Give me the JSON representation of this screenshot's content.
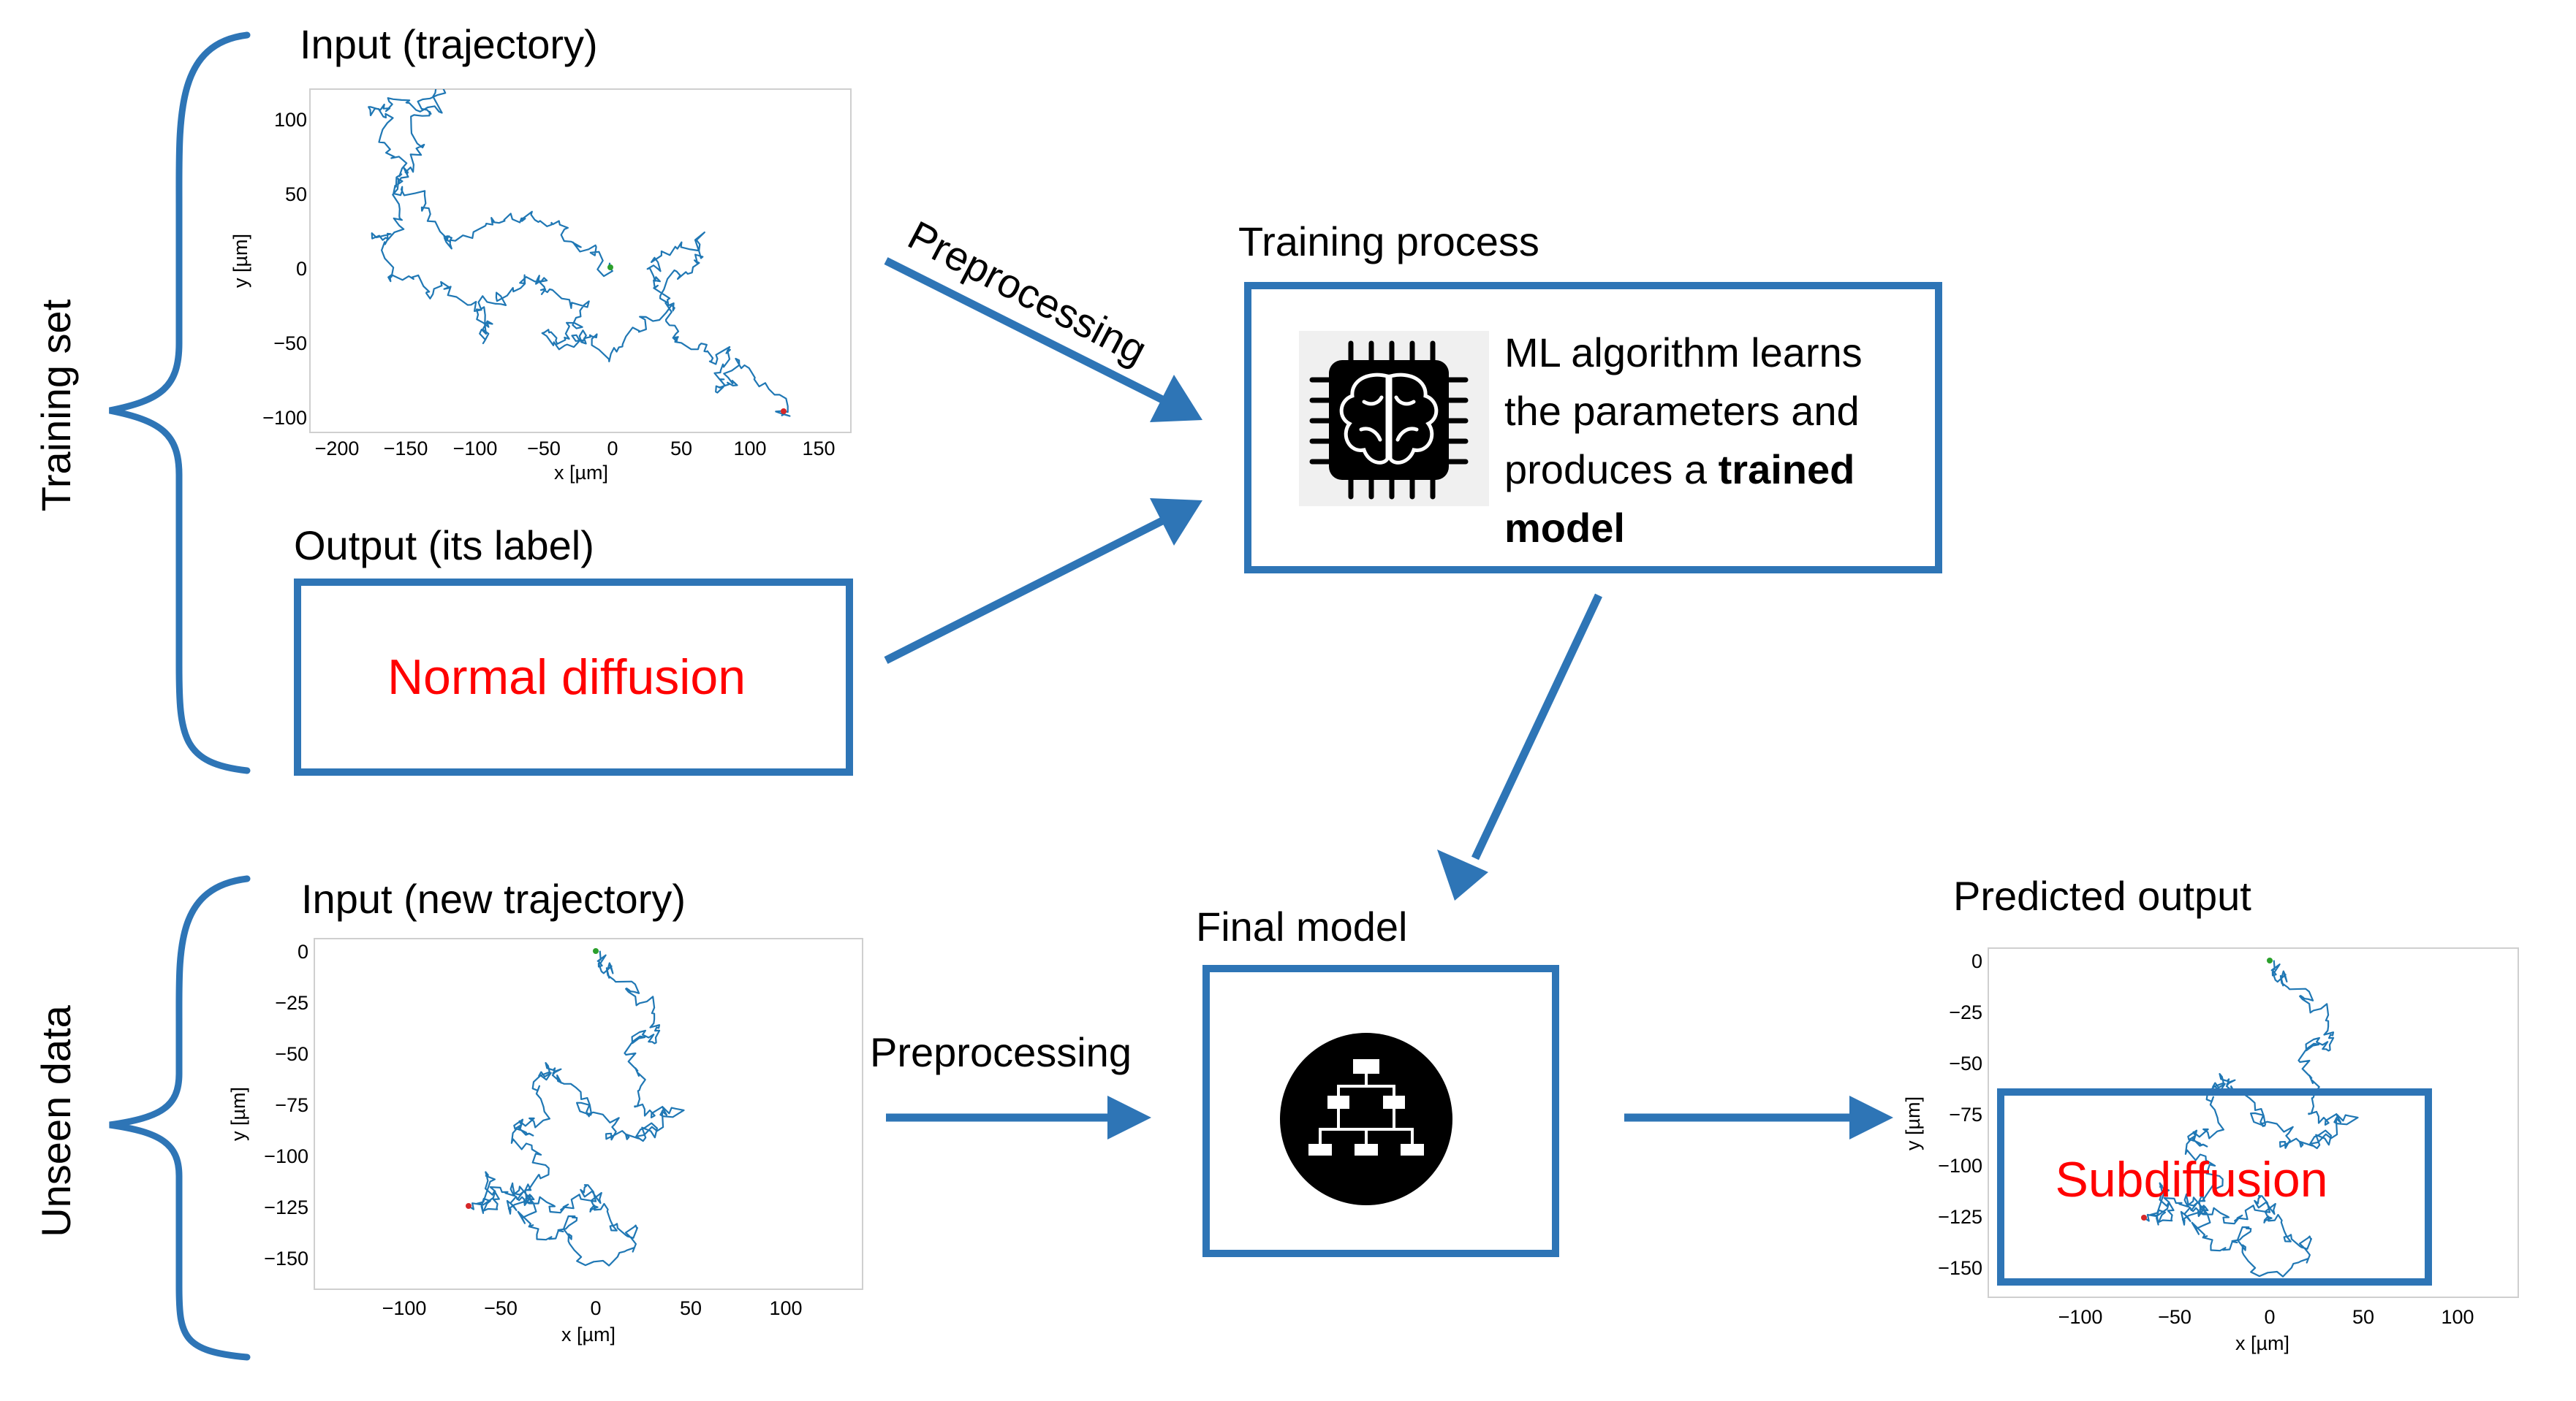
{
  "colors": {
    "accent": "#2e75b6",
    "trajectory": "#1f77b4",
    "label_red": "#ff0000"
  },
  "training_set": {
    "side_label": "Training set",
    "input_title": "Input (trajectory)",
    "output_title": "Output (its label)",
    "output_label": "Normal diffusion",
    "plot": {
      "x_ticks": [
        "−200",
        "−150",
        "−100",
        "−50",
        "0",
        "50",
        "100",
        "150"
      ],
      "y_ticks": [
        "100",
        "50",
        "0",
        "−50",
        "−100"
      ],
      "xlabel": "x [µm]",
      "ylabel": "y [µm]"
    }
  },
  "training_process": {
    "title": "Training process",
    "icon": "brain-chip-icon",
    "text_line1": "ML algorithm learns",
    "text_line2": "the parameters and",
    "text_line3_prefix": "produces a ",
    "text_line3_bold": "trained",
    "text_line4_bold": "model"
  },
  "unseen_data": {
    "side_label": "Unseen data",
    "input_title": "Input (new trajectory)",
    "plot": {
      "x_ticks": [
        "−100",
        "−50",
        "0",
        "50",
        "100"
      ],
      "y_ticks": [
        "0",
        "−25",
        "−50",
        "−75",
        "−100",
        "−125",
        "−150"
      ],
      "xlabel": "x [µm]",
      "ylabel": "y [µm]"
    }
  },
  "arrows": {
    "preprocessing_top": "Preprocessing",
    "preprocessing_bottom": "Preprocessing"
  },
  "final_model": {
    "title": "Final model",
    "icon": "hierarchy-icon"
  },
  "predicted": {
    "title": "Predicted output",
    "label": "Subdiffusion",
    "plot": {
      "x_ticks": [
        "−100",
        "−50",
        "0",
        "50",
        "100"
      ],
      "y_ticks": [
        "0",
        "−25",
        "−50",
        "−75",
        "−100",
        "−125",
        "−150"
      ],
      "xlabel": "x [µm]",
      "ylabel": "y [µm]"
    }
  }
}
